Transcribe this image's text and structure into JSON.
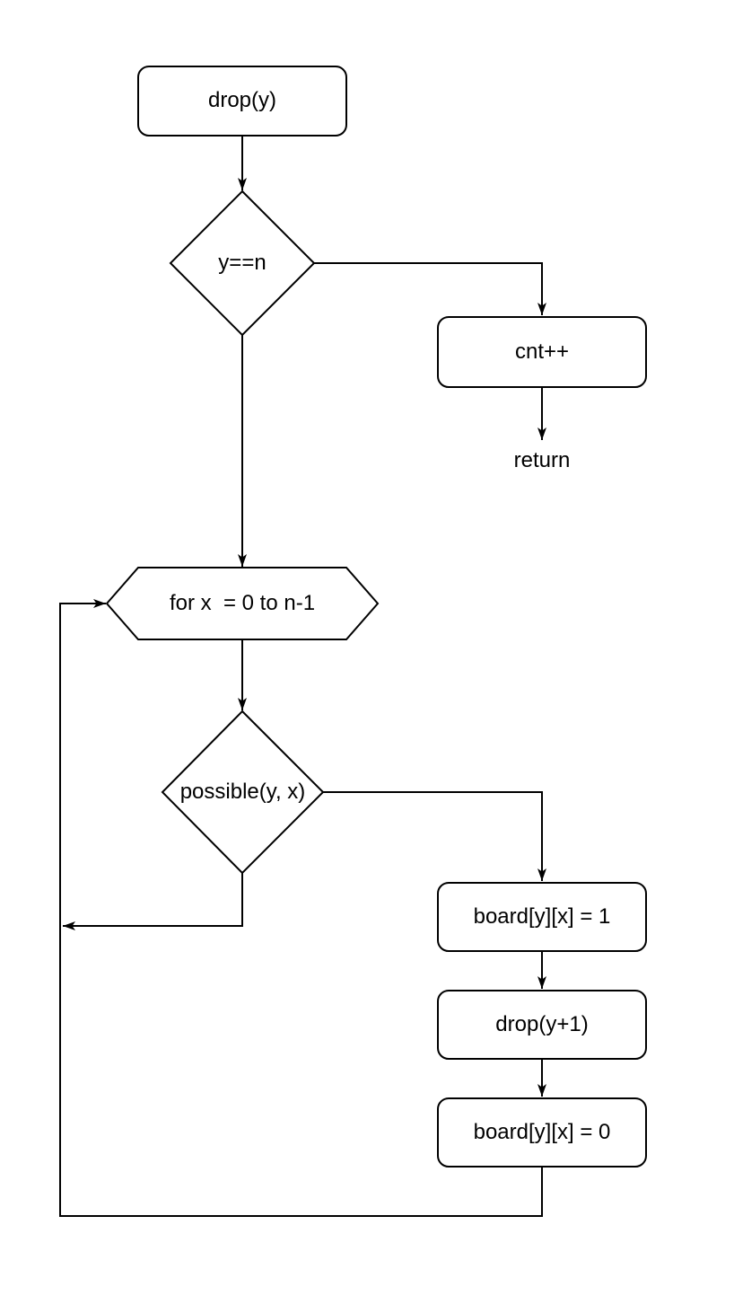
{
  "diagram": {
    "title": "drop(y) backtracking flowchart",
    "colors": {
      "stroke": "#000000",
      "node_fill": "#ffffff",
      "background": "#ffffff",
      "text": "#000000"
    },
    "nodes": {
      "start": {
        "label": "drop(y)",
        "type": "process"
      },
      "check_y_n": {
        "label": "y==n",
        "type": "decision"
      },
      "cnt_increment": {
        "label": "cnt++",
        "type": "process"
      },
      "return_text": {
        "label": "return",
        "type": "terminal"
      },
      "for_loop": {
        "label": "for x  = 0 to n-1",
        "type": "loop"
      },
      "check_possible": {
        "label": "possible(y, x)",
        "type": "decision"
      },
      "set_board_1": {
        "label": "board[y][x] = 1",
        "type": "process"
      },
      "recurse": {
        "label": "drop(y+1)",
        "type": "process"
      },
      "set_board_0": {
        "label": "board[y][x] = 0",
        "type": "process"
      }
    }
  }
}
